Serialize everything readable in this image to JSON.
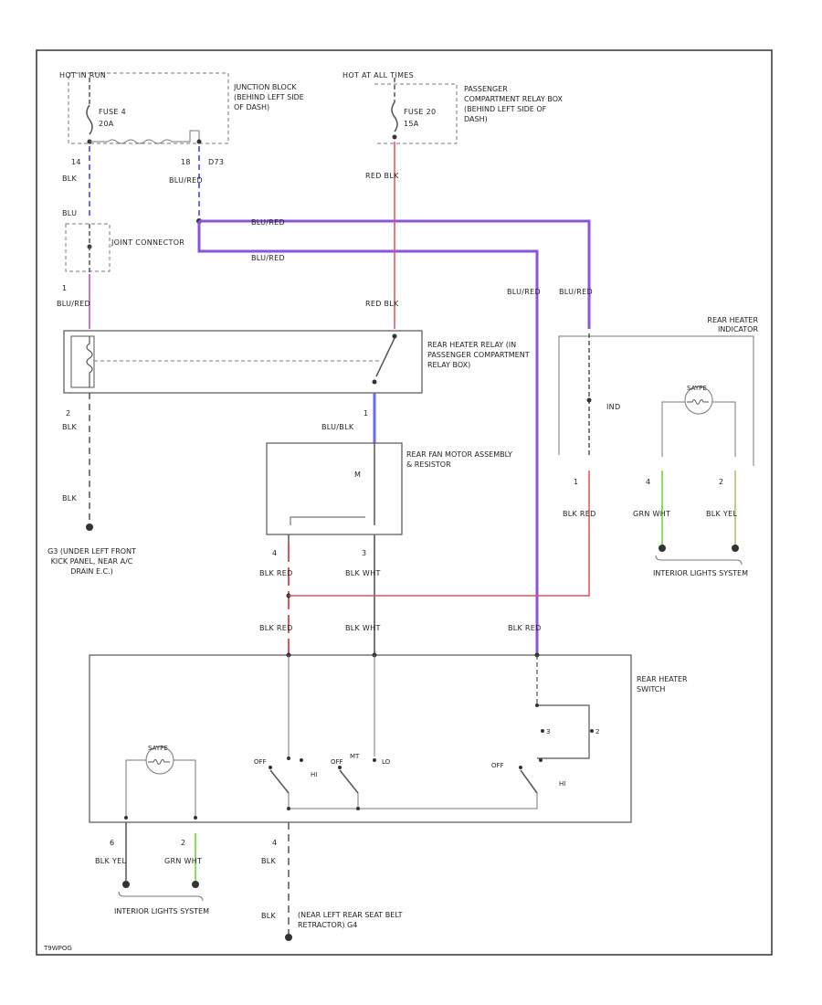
{
  "colors": {
    "frame": "#333333",
    "wire_black": "#555555",
    "wire_red": "#e05555",
    "wire_blue": "#6a6af0",
    "wire_purple": "#8a55d8",
    "wire_green": "#88e060",
    "wire_yellow": "#c8c890",
    "wire_pink": "#cc77cc"
  },
  "labels": {
    "hot_run": "HOT IN RUN",
    "fuse4": "FUSE 4",
    "fuse4_amp": "20A",
    "junction_block": "JUNCTION BLOCK (BEHIND LEFT SIDE OF DASH)",
    "hot_all": "HOT AT ALL TIMES",
    "fuse20": "FUSE 20",
    "fuse20_amp": "15A",
    "relay_box": "PASSENGER COMPARTMENT RELAY BOX (BEHIND LEFT SIDE OF DASH)",
    "joint_connector": "JOINT CONNECTOR",
    "rear_heater_relay": "REAR HEATER RELAY (IN PASSENGER COMPARTMENT RELAY BOX)",
    "rear_heater_indicator": "REAR HEATER INDICATOR",
    "ind": "IND",
    "bulb_top": "SAYPE",
    "rear_fan_motor": "REAR FAN MOTOR ASSEMBLY & RESISTOR",
    "ground_g3": "G3 (UNDER LEFT FRONT KICK PANEL, NEAR A/C DRAIN E.C.)",
    "interior_lights_right": "INTERIOR LIGHTS SYSTEM",
    "rear_heater_switch": "REAR HEATER SWITCH",
    "interior_lights_bottom": "INTERIOR LIGHTS SYSTEM",
    "ground_g4": "(NEAR LEFT REAR SEAT BELT RETRACTOR) G4",
    "diagram_code": "T9WPOG",
    "wire_blu": "BLU",
    "wire_blu_red": "BLU/RED",
    "wire_blk": "BLK",
    "wire_red_blk": "RED BLK",
    "wire_blk_red": "BLK RED",
    "wire_blk_wht": "BLK WHT",
    "wire_grn_wht": "GRN WHT",
    "wire_blk_yel": "BLK YEL",
    "wire_blu_blk": "BLU/BLK",
    "sw_off": "OFF",
    "sw_hi": "HI",
    "sw_lo": "LO",
    "sw_mt": "MT",
    "pin_14": "14",
    "pin_18": "18",
    "pin_1": "1",
    "pin_2": "2",
    "pin_3": "3",
    "pin_4": "4",
    "pin_6": "6",
    "d73": "D73"
  }
}
